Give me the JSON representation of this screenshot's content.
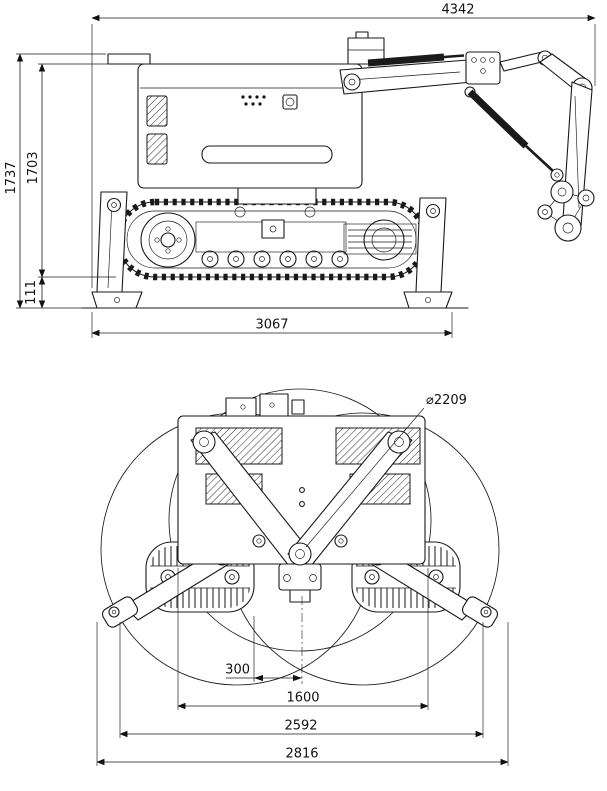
{
  "page": {
    "background": "#ffffff",
    "line_color": "#1a1a1a"
  },
  "side_view": {
    "name": "side elevation of tracked demolition robot",
    "dims": {
      "overall_length": "4342",
      "overall_height": "1737",
      "body_height": "1703",
      "lift_height": "111",
      "chassis_length": "3067"
    }
  },
  "rear_view": {
    "name": "rear elevation with swing circle and outriggers",
    "dims": {
      "swing_diameter": "⌀2209",
      "center_offset": "300",
      "track_gauge": "1600",
      "support_spread": "2592",
      "overall_width": "2816"
    }
  }
}
